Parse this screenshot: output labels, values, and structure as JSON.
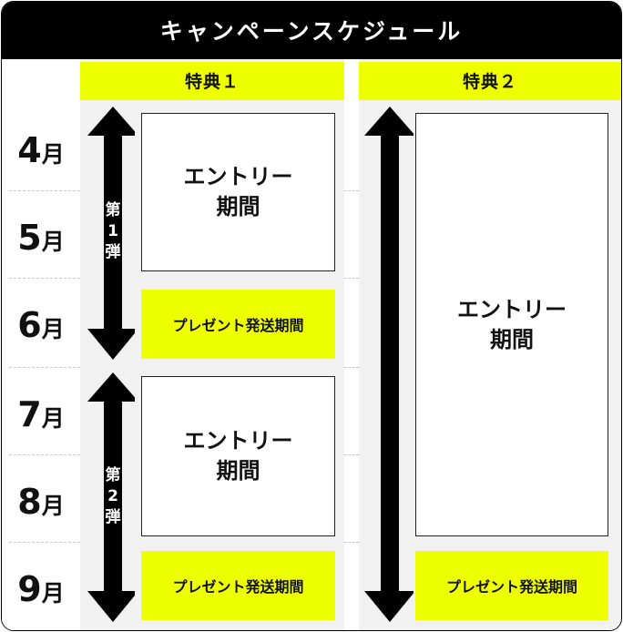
{
  "title": "キャンペーンスケジュール",
  "months": [
    {
      "num": "4",
      "unit": "月"
    },
    {
      "num": "5",
      "unit": "月"
    },
    {
      "num": "6",
      "unit": "月"
    },
    {
      "num": "7",
      "unit": "月"
    },
    {
      "num": "8",
      "unit": "月"
    },
    {
      "num": "9",
      "unit": "月"
    }
  ],
  "benefit1": {
    "header": "特典１",
    "round1": {
      "chars": [
        "第",
        "1",
        "弾"
      ],
      "entry": "エントリー\n期間",
      "gift": "プレゼント発送期間"
    },
    "round2": {
      "chars": [
        "第",
        "2",
        "弾"
      ],
      "entry": "エントリー\n期間",
      "gift": "プレゼント発送期間"
    }
  },
  "benefit2": {
    "header": "特典２",
    "entry": "エントリー\n期間",
    "gift": "プレゼント発送期間"
  },
  "colors": {
    "accent": "#eeff00",
    "dark": "#000000",
    "panel": "#f1f1f1"
  }
}
